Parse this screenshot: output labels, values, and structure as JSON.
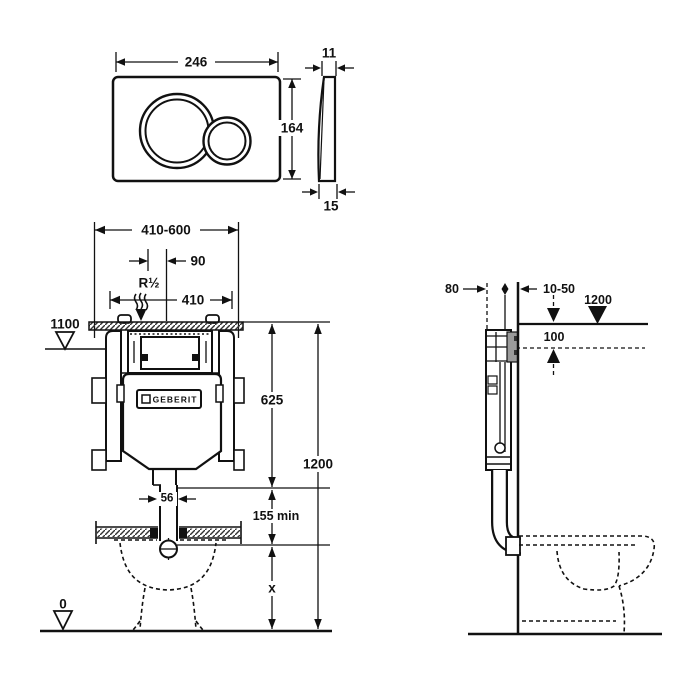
{
  "colors": {
    "line": "#111111",
    "shade": "#9b9b9b",
    "hatch": "#333333",
    "background": "#ffffff"
  },
  "plate_front_view": {
    "width": "246",
    "height": "164"
  },
  "plate_side_view": {
    "thickness_top": "11",
    "thickness_bottom": "15"
  },
  "front_view": {
    "frame_width_range": "410-600",
    "supply_offset": "90",
    "supply_thread": "R½",
    "bolt_spacing": "410",
    "top_level": "1100",
    "cistern_height": "625",
    "total_height": "1200",
    "pipe_width": "56",
    "min_clearance": "155 min",
    "pan_height": "x",
    "floor_level": "0",
    "brand": "GEBERIT"
  },
  "side_view": {
    "depth": "80",
    "wall_finish_range": "10-50",
    "top_level": "1200",
    "plate_offset": "100"
  }
}
